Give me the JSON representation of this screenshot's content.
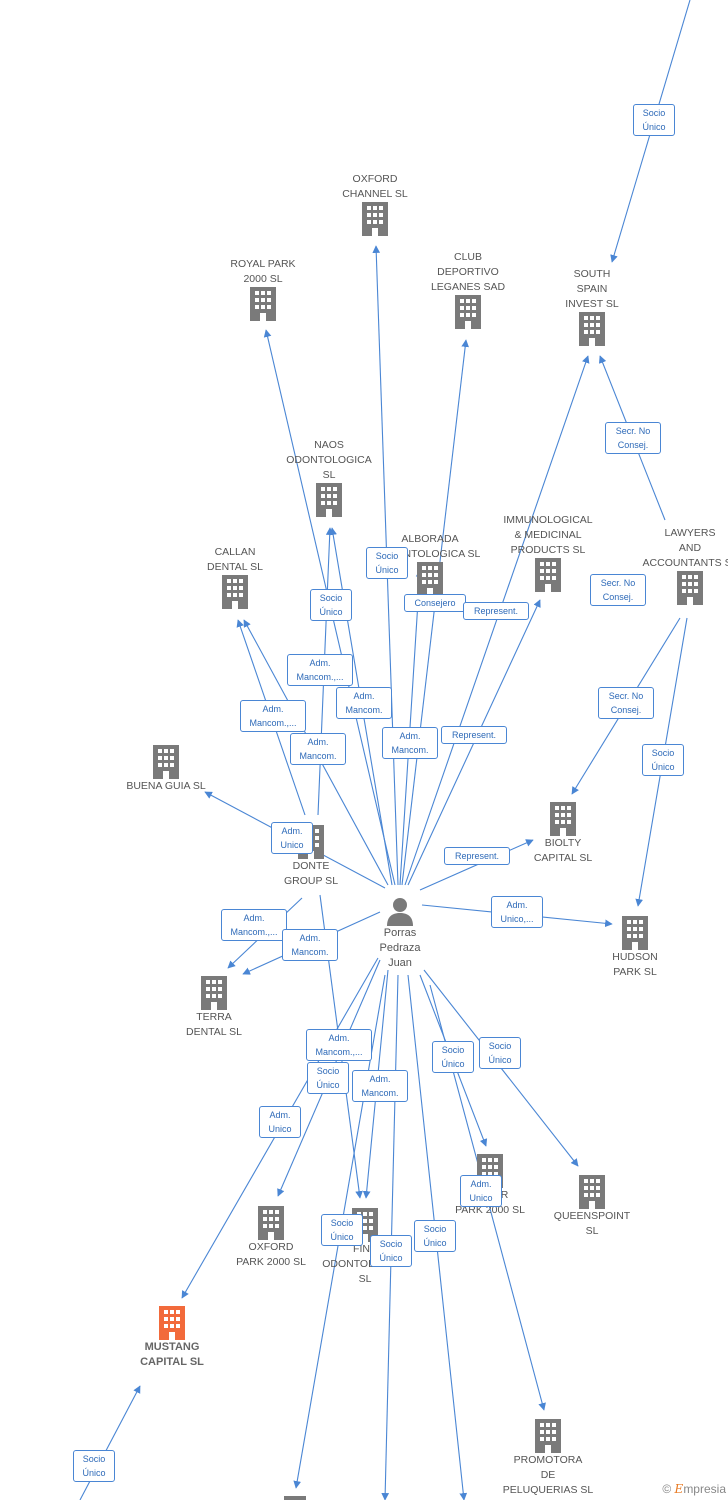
{
  "center": {
    "name": "Porras\nPedraza\nJuan"
  },
  "companies": {
    "oxford_channel": "OXFORD\nCHANNEL SL",
    "royal_park": "ROYAL PARK\n2000 SL",
    "club_deportivo": "CLUB\nDEPORTIVO\nLEGANES SAD",
    "south_spain": "SOUTH\nSPAIN\nINVEST SL",
    "naos": "NAOS\nODONTOLOGICA\nSL",
    "alborada": "ALBORADA\nODONTOLOGICA SL",
    "immunological": "IMMUNOLOGICAL\n& MEDICINAL\nPRODUCTS SL",
    "lawyers": "LAWYERS\nAND\nACCOUNTANTS SL",
    "callan": "CALLAN\nDENTAL SL",
    "buena_guia": "BUENA GUIA SL",
    "donte": "DONTE\nGROUP SL",
    "biolty": "BIOLTY\nCAPITAL SL",
    "hudson": "HUDSON\nPARK SL",
    "terra": "TERRA\nDENTAL SL",
    "oxford_park": "OXFORD\nPARK 2000 SL",
    "fine": "FINE\nODONTOLOGICA\nSL",
    "silver_park": "SILVER\nPARK 2000 SL",
    "queenspoint": "QUEENSPOINT\nSL",
    "mustang": "MUSTANG\nCAPITAL SL",
    "promotora": "PROMOTORA\nDE\nPELUQUERIAS SL"
  },
  "edge_labels": {
    "l01": "Socio\nÚnico",
    "l02": "Secr. No\nConsej.",
    "l03": "Secr. No\nConsej.",
    "l04": "Secr. No\nConsej.",
    "l05": "Socio\nÚnico",
    "l06": "Socio\nÚnico",
    "l07": "Socio\nÚnico",
    "l08": "Consejero",
    "l09": "Represent.",
    "l10": "Adm.\nMancom.,...",
    "l11": "Adm.\nMancom.",
    "l12": "Adm.\nMancom.,...",
    "l13": "Adm.\nMancom.",
    "l14": "Adm.\nMancom.",
    "l15": "Represent.",
    "l16": "Adm.\nUnico",
    "l17": "Represent.",
    "l18": "Adm.\nUnico,...",
    "l19": "Adm.\nMancom.,...",
    "l20": "Adm.\nMancom.",
    "l21": "Adm.\nMancom.,...",
    "l22": "Socio\nÚnico",
    "l23": "Adm.\nMancom.",
    "l24": "Socio\nÚnico",
    "l25": "Socio\nÚnico",
    "l26": "Adm.\nUnico",
    "l27": "Adm.\nUnico",
    "l28": "Socio\nÚnico",
    "l29": "Socio\nÚnico",
    "l30": "Socio\nÚnico",
    "l31": "Socio\nÚnico"
  },
  "footer": {
    "symbol": "©",
    "brand_e": "E",
    "brand_rest": "mpresia"
  },
  "colors": {
    "edge": "#4a86d4",
    "building": "#7a7a7a",
    "highlight": "#f26a3b"
  },
  "icons": {
    "company": "building-icon",
    "person": "person-icon"
  }
}
